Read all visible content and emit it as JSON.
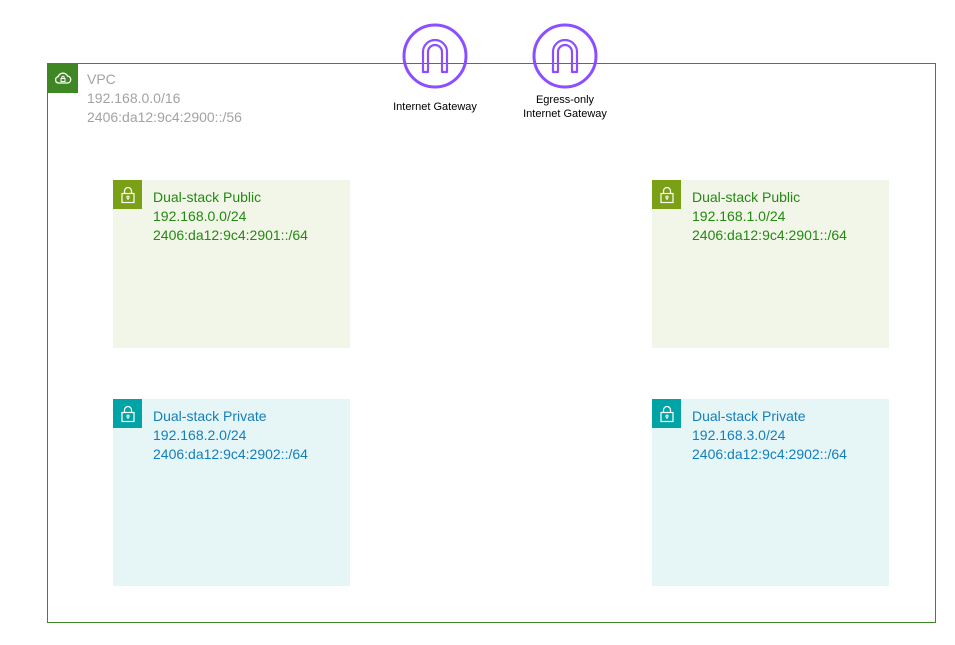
{
  "vpc": {
    "label": "VPC",
    "ipv4": "192.168.0.0/16",
    "ipv6": "2406:da12:9c4:2900::/56",
    "color": "#3f8624"
  },
  "gateways": [
    {
      "label_lines": [
        "Internet Gateway"
      ],
      "icon": "internet-gateway-icon",
      "color": "#8c4fff"
    },
    {
      "label_lines": [
        "Egress-only",
        "Internet Gateway"
      ],
      "icon": "egress-only-internet-gateway-icon",
      "color": "#8c4fff"
    }
  ],
  "subnets": [
    {
      "kind": "public",
      "title": "Dual-stack Public",
      "ipv4": "192.168.0.0/24",
      "ipv6": "2406:da12:9c4:2901::/64",
      "icon": "lock-icon"
    },
    {
      "kind": "public",
      "title": "Dual-stack Public",
      "ipv4": "192.168.1.0/24",
      "ipv6": "2406:da12:9c4:2901::/64",
      "icon": "lock-icon"
    },
    {
      "kind": "private",
      "title": "Dual-stack Private",
      "ipv4": "192.168.2.0/24",
      "ipv6": "2406:da12:9c4:2902::/64",
      "icon": "lock-icon"
    },
    {
      "kind": "private",
      "title": "Dual-stack Private",
      "ipv4": "192.168.3.0/24",
      "ipv6": "2406:da12:9c4:2902::/64",
      "icon": "lock-icon"
    }
  ],
  "colors": {
    "public_fill": "#f2f6e8",
    "public_accent": "#7aa116",
    "public_text": "#248814",
    "private_fill": "#e6f6f7",
    "private_accent": "#00a4a6",
    "private_text": "#147eba"
  }
}
